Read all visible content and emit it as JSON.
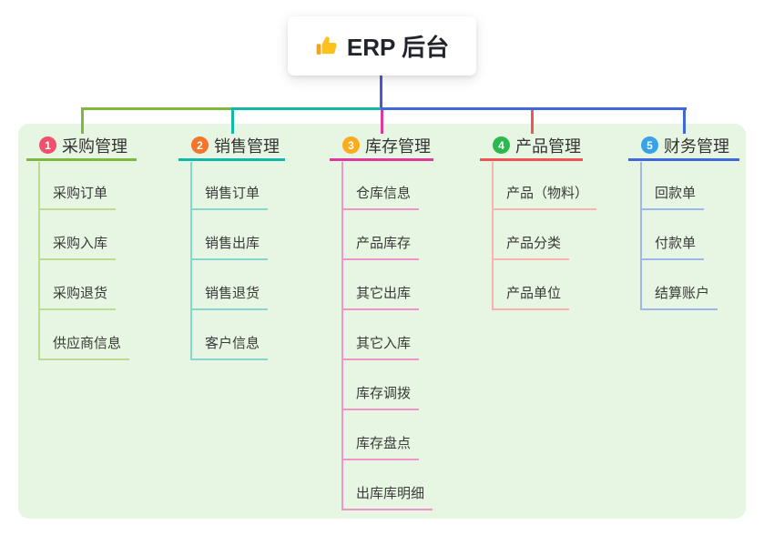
{
  "root": {
    "title": "ERP 后台",
    "icon": "thumbs-up-icon",
    "line_color": "#4c5ace"
  },
  "panel_color": "#e7f6e2",
  "branches": [
    {
      "num": "1",
      "title": "采购管理",
      "badge_color": "#f2506e",
      "line_color": "#7cb93e",
      "child_line_color": "#b9dc8e",
      "children": [
        "采购订单",
        "采购入库",
        "采购退货",
        "供应商信息"
      ]
    },
    {
      "num": "2",
      "title": "销售管理",
      "badge_color": "#f4762d",
      "line_color": "#14b8ab",
      "child_line_color": "#82d8ce",
      "children": [
        "销售订单",
        "销售出库",
        "销售退货",
        "客户信息"
      ]
    },
    {
      "num": "3",
      "title": "库存管理",
      "badge_color": "#fbab1e",
      "line_color": "#df3a9b",
      "child_line_color": "#f094c9",
      "children": [
        "仓库信息",
        "产品库存",
        "其它出库",
        "其它入库",
        "库存调拨",
        "库存盘点",
        "出库库明细"
      ]
    },
    {
      "num": "4",
      "title": "产品管理",
      "badge_color": "#2db84e",
      "line_color": "#f05455",
      "child_line_color": "#f8b2b0",
      "children": [
        "产品（物料）",
        "产品分类",
        "产品单位"
      ]
    },
    {
      "num": "5",
      "title": "财务管理",
      "badge_color": "#38a1e8",
      "line_color": "#3f68d8",
      "child_line_color": "#9fb6e9",
      "children": [
        "回款单",
        "付款单",
        "结算账户"
      ]
    }
  ]
}
